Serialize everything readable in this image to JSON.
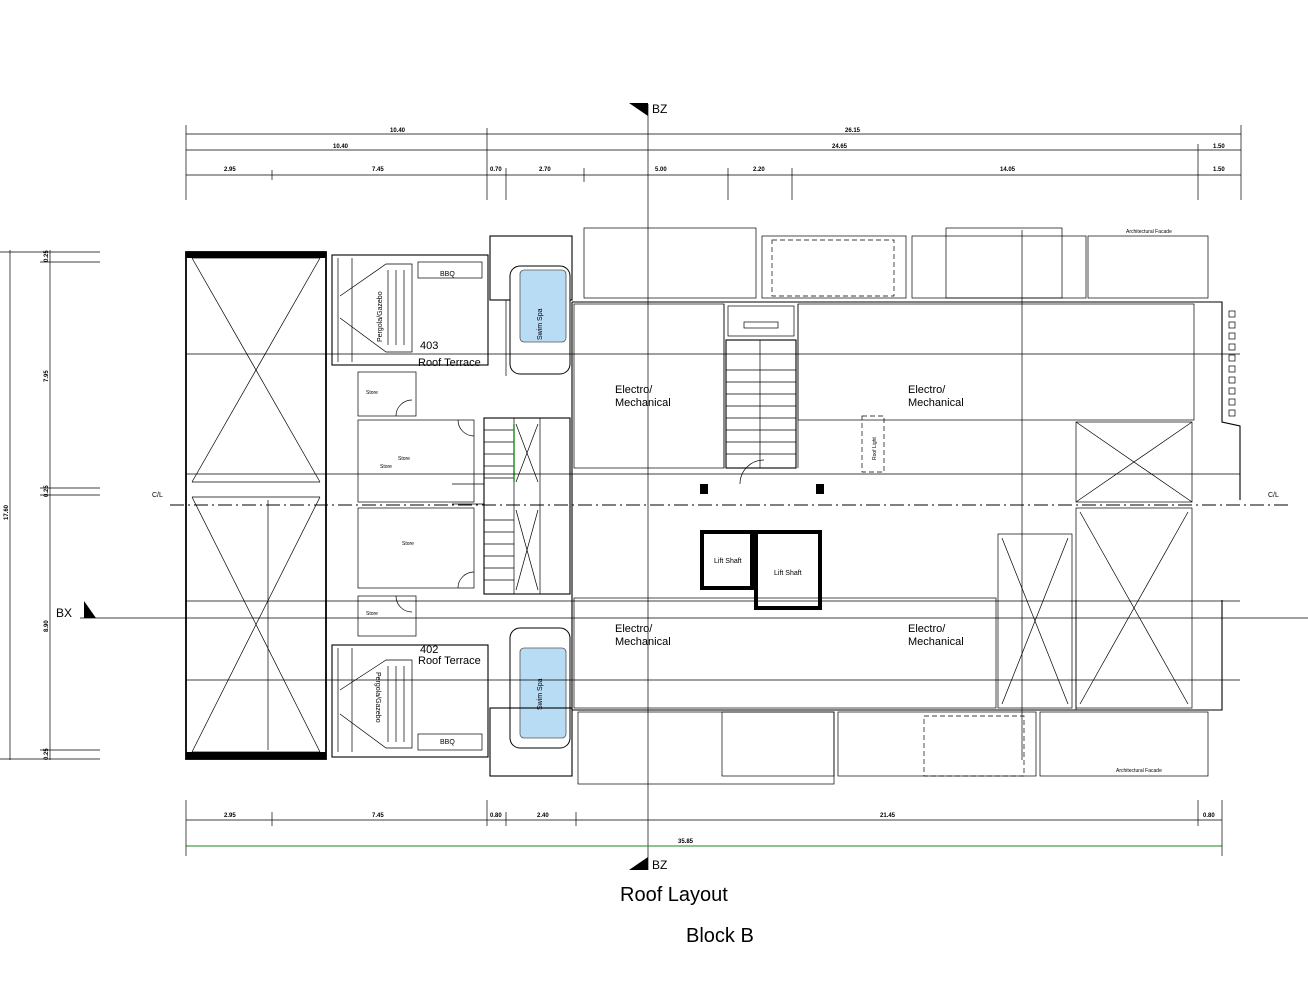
{
  "drawing": {
    "title": "Roof Layout",
    "subtitle": "Block B",
    "grid_labels": {
      "bz_top": "BZ",
      "bz_bottom": "BZ",
      "bx": "BX",
      "cl_left": "C/L",
      "cl_right": "C/L"
    },
    "rooms": {
      "unit_403_number": "403",
      "unit_403_label": "Roof Terrace",
      "unit_402_number": "402",
      "unit_402_label": "Roof Terrace",
      "em_top_left": [
        "Electro/",
        "Mechanical"
      ],
      "em_top_right": [
        "Electro/",
        "Mechanical"
      ],
      "em_bottom_left": [
        "Electro/",
        "Mechanical"
      ],
      "em_bottom_right": [
        "Electro/",
        "Mechanical"
      ],
      "lift_shaft_1": "Lift Shaft",
      "lift_shaft_2": "Lift Shaft",
      "swim_spa_top": "Swim Spa",
      "swim_spa_bottom": "Swim Spa",
      "pergola_top": "Pergola/Gazebo",
      "pergola_bottom": "Pergola/Gazebo",
      "bbq_top": "BBQ",
      "bbq_bottom": "BBQ",
      "roof_light": "Roof Light",
      "arch_facade_top": "Architectural Facade",
      "arch_facade_bottom": "Architectural Facade",
      "store": "Store"
    },
    "top_dims": {
      "row1": [
        "10.40",
        "26.15"
      ],
      "row2": [
        "10.40",
        "24.65",
        "1.50"
      ],
      "row3": [
        "2.95",
        "7.45",
        "0.70",
        "2.70",
        "5.00",
        "2.20",
        "14.05",
        "1.50"
      ]
    },
    "bottom_dims": {
      "row1": [
        "2.95",
        "7.45",
        "0.80",
        "2.40",
        "21.45",
        "0.80"
      ],
      "row2": [
        "35.85"
      ]
    },
    "left_dims": {
      "outer": "17.60",
      "inner": [
        "0.25",
        "7.95",
        "0.25",
        "8.90",
        "0.25"
      ]
    }
  }
}
